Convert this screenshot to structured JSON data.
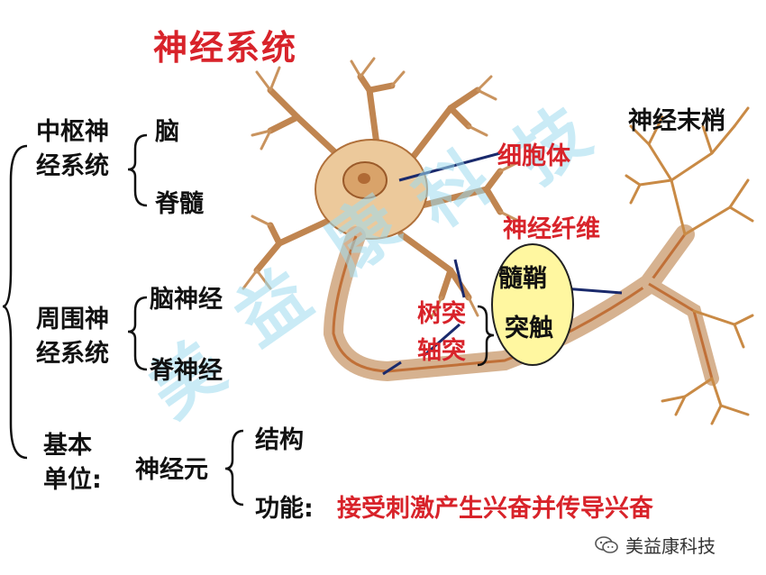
{
  "title": "神经系统",
  "central": {
    "label_line1": "中枢神",
    "label_line2": "经系统",
    "items": [
      "脑",
      "脊髓"
    ]
  },
  "peripheral": {
    "label_line1": "周围神",
    "label_line2": "经系统",
    "items": [
      "脑神经",
      "脊神经"
    ]
  },
  "basic_unit": {
    "label_line1": "基本",
    "label_line2": "单位:",
    "unit": "神经元",
    "structure": "结构",
    "function_label": "功能:",
    "function_text": "接受刺激产生兴奋并传导兴奋"
  },
  "neuron_labels": {
    "cell_body": "细胞体",
    "nerve_fiber": "神经纤维",
    "myelin_sheath": "髓鞘",
    "synapse": "突触",
    "dendrite": "树突",
    "axon": "轴突",
    "nerve_ending": "神经末梢"
  },
  "watermark": "美益康科技",
  "footer_brand": "美益康科技",
  "colors": {
    "title": "#d8232a",
    "highlight_text": "#d8232a",
    "neuron_fill": "#e9c79a",
    "neuron_stroke": "#b0703a",
    "myelin_box": "#fff7a0",
    "leader_line": "#1a2a6c"
  }
}
